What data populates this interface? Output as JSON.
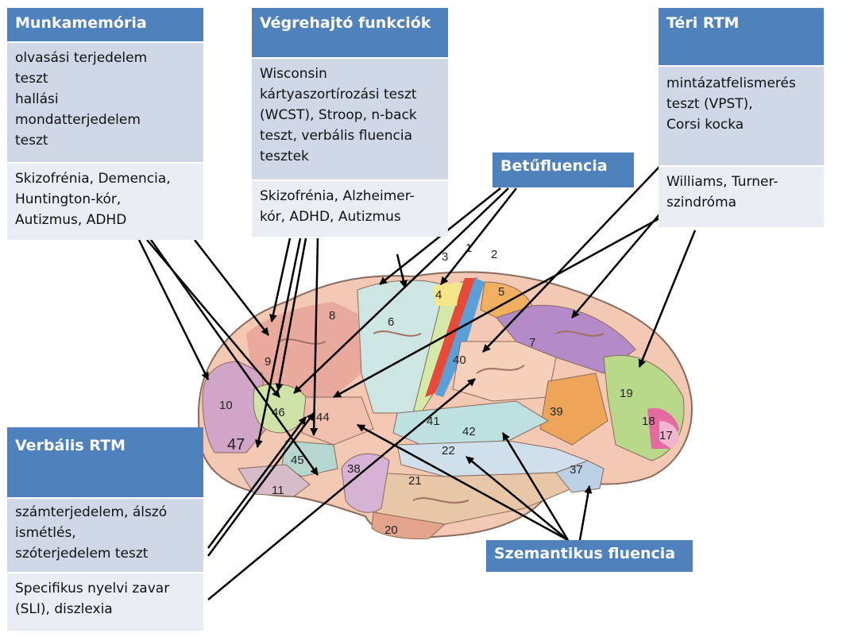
{
  "boxes": {
    "munkamemoria": {
      "title": "Munkamemória",
      "tests": "olvasási terjedelem\nteszt\nhallási\nmondatterjedelem\nteszt",
      "disorders": "Skizofrénia, Demencia,\nHuntington-kór,\nAutizmus, ADHD"
    },
    "vegrehajto": {
      "title": "Végrehajtó funkciók",
      "tests": "Wisconsin\nkártyaszortírozási teszt\n(WCST), Stroop, n-back\nteszt, verbális fluencia\ntesztek",
      "disorders": "Skizofrénia, Alzheimer-\nkór, ADHD, Autizmus"
    },
    "teri_rtm": {
      "title": "Téri RTM",
      "tests": "mintázatfelismerés\nteszt (VPST),\nCorsi kocka",
      "disorders": "Williams,  Turner-\nszindróma"
    },
    "verbalis_rtm": {
      "title": "Verbális RTM",
      "tests": "számterjedelem, álszó\nismétlés,\nszóterjedelem teszt",
      "disorders": "Specifikus nyelvi zavar\n(SLI), diszlexia"
    }
  },
  "labels": {
    "betufluencia": "Betűfluencia",
    "szemantikus": "Szemantikus fluencia"
  },
  "brodmann_areas": [
    "1",
    "2",
    "3",
    "4",
    "5",
    "6",
    "7",
    "8",
    "9",
    "10",
    "11",
    "17",
    "18",
    "19",
    "20",
    "21",
    "22",
    "37",
    "38",
    "39",
    "40",
    "41",
    "42",
    "44",
    "45",
    "46",
    "47"
  ],
  "colors": {
    "header_blue": "#4f81bd",
    "cell_dark": "#d0d8e8",
    "cell_light": "#e9edf4"
  }
}
